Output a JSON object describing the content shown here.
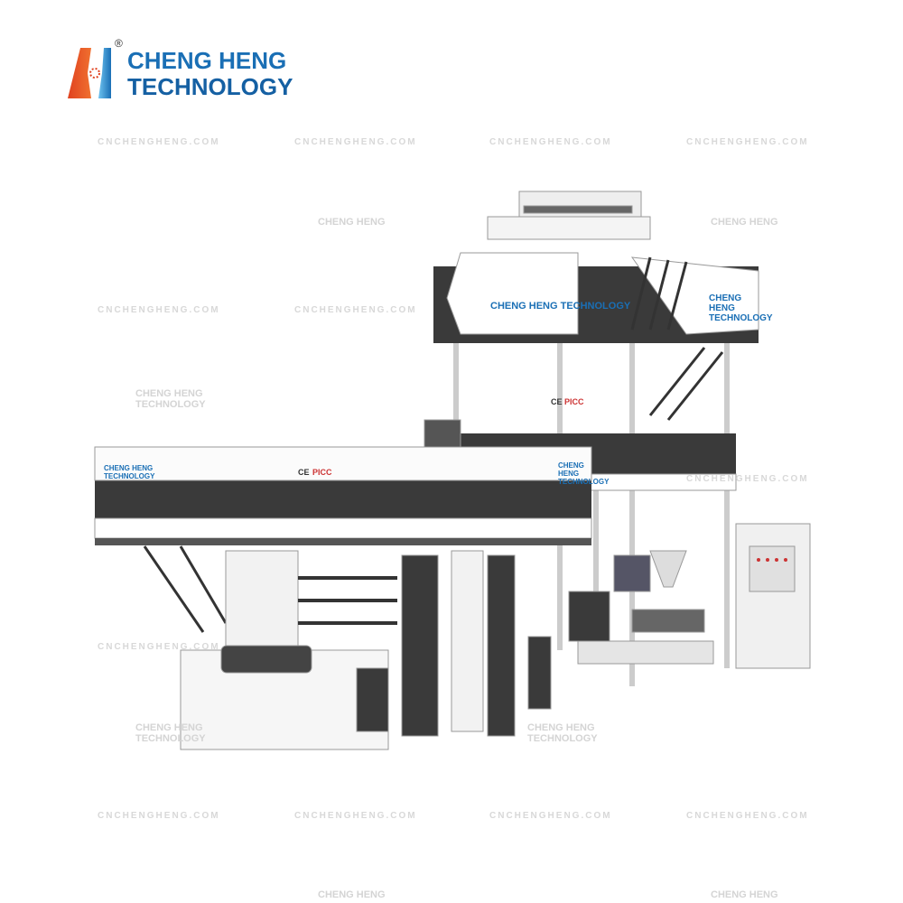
{
  "logo": {
    "line1": "CHENG HENG",
    "line2": "TECHNOLOGY",
    "registered": "®"
  },
  "watermarks": {
    "url": "CNCHENGHENG.COM",
    "name": "CHENG HENG",
    "name_full": "CHENG HENG TECHNOLOGY"
  },
  "machine": {
    "tower_label": "CHENG HENG TECHNOLOGY",
    "ce": "CE",
    "picc": "PICC"
  },
  "colors": {
    "brand_blue": "#1a6fb5",
    "brand_red": "#e0421f",
    "panel_dark": "#3a3a3a"
  }
}
